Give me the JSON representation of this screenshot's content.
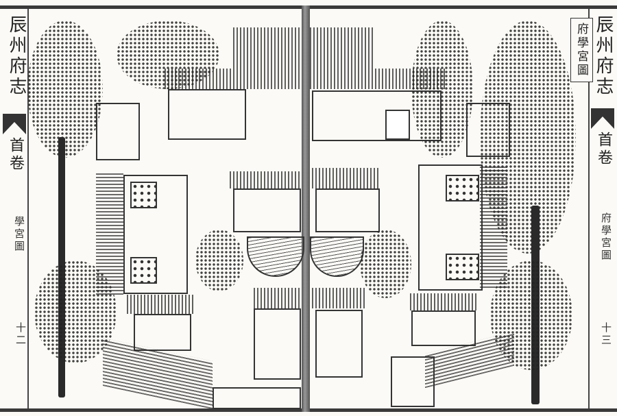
{
  "image": {
    "kind": "woodblock-print-book-scan",
    "left_page": {
      "book_title": "辰州府志",
      "fishtail_label": "首卷",
      "section_title": "學宮圖",
      "page_number": "十二"
    },
    "right_page": {
      "book_title": "辰州府志",
      "fishtail_label": "首卷",
      "illustration_title": "府學宮圖",
      "section_title": "府學宮圖",
      "page_number": "十三"
    },
    "colors": {
      "ink": "#222222",
      "paper": "#fbfaf6"
    }
  }
}
